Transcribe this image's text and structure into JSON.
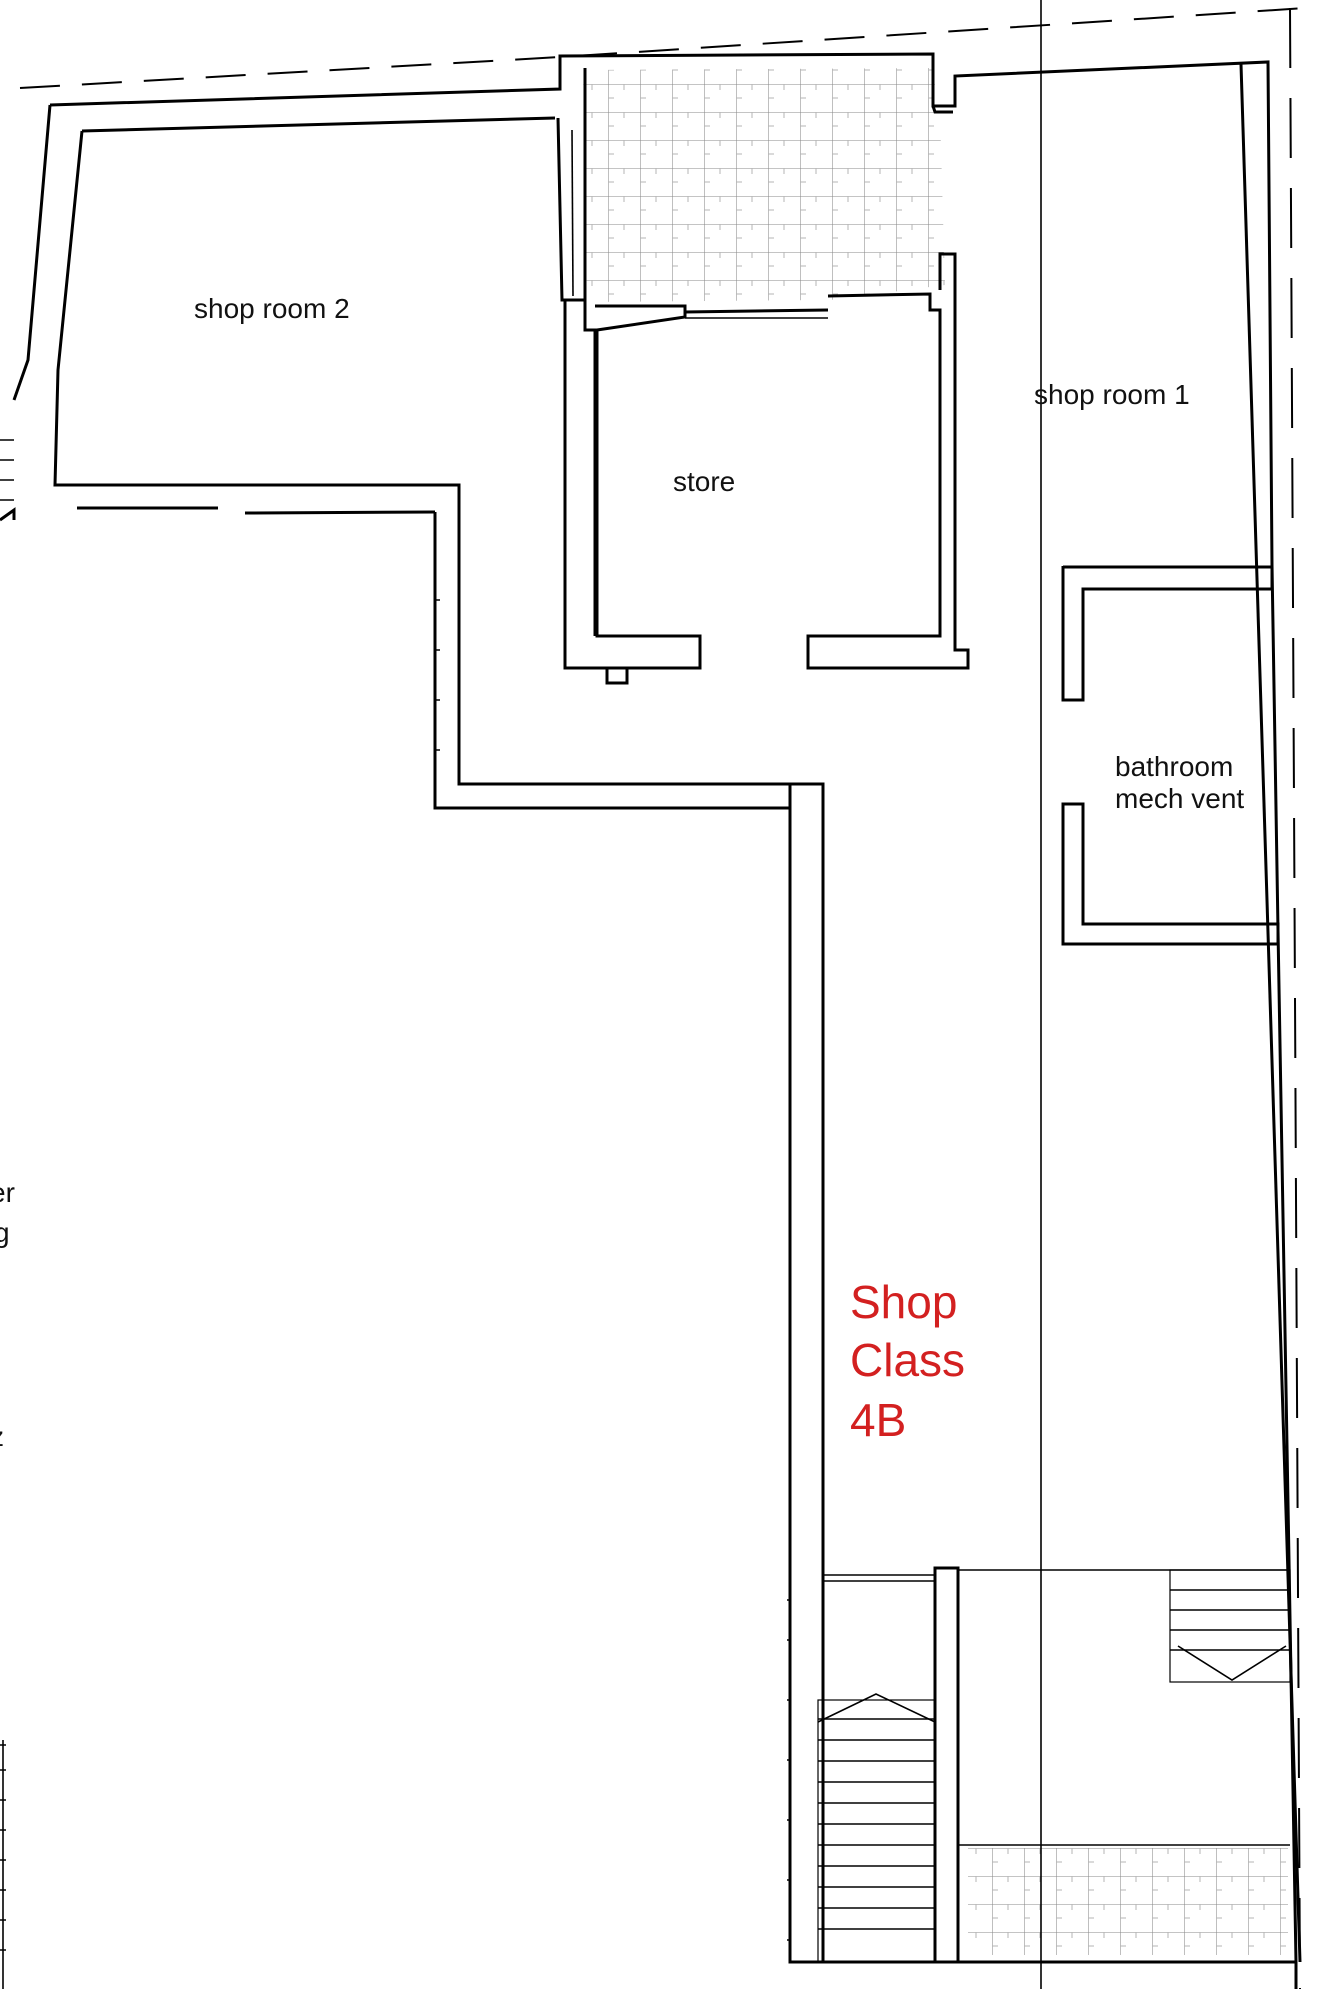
{
  "labels": {
    "shop_room_2": "shop room 2",
    "shop_room_1": "shop room 1",
    "store": "store",
    "bathroom_line1": "bathroom",
    "bathroom_line2": "mech vent",
    "shop_class_line1": "Shop",
    "shop_class_line2": "Class",
    "shop_class_line3": "4B",
    "margin_fragment_1": "er",
    "margin_fragment_2": "g",
    "margin_fragment_3": "z"
  },
  "colors": {
    "wall": "#000000",
    "tile": "#888888",
    "accent_label": "#d32020"
  }
}
